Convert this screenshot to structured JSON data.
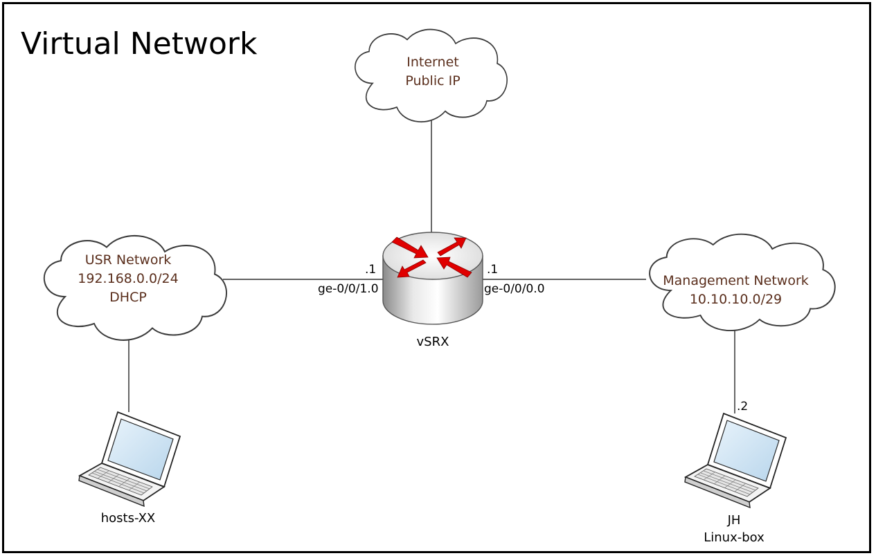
{
  "title": "Virtual Network",
  "clouds": {
    "internet": {
      "line1": "Internet",
      "line2": "Public IP"
    },
    "usr": {
      "line1": "USR Network",
      "line2": "192.168.0.0/24",
      "line3": "DHCP"
    },
    "mgmt": {
      "line1": "Management Network",
      "line2": "10.10.10.0/29"
    }
  },
  "router": {
    "name": "vSRX",
    "left_interface": {
      "ip": ".1",
      "name": "ge-0/0/1.0"
    },
    "right_interface": {
      "ip": ".1",
      "name": "ge-0/0/0.0"
    }
  },
  "hosts": {
    "usr_host": {
      "name": "hosts-XX"
    },
    "mgmt_host": {
      "ip": ".2",
      "line1": "JH",
      "line2": "Linux-box"
    }
  },
  "colors": {
    "cloud_text": "#5a2e1c",
    "router_arrows": "#e00000",
    "router_body": "#c8c8c8",
    "line": "#000000"
  }
}
